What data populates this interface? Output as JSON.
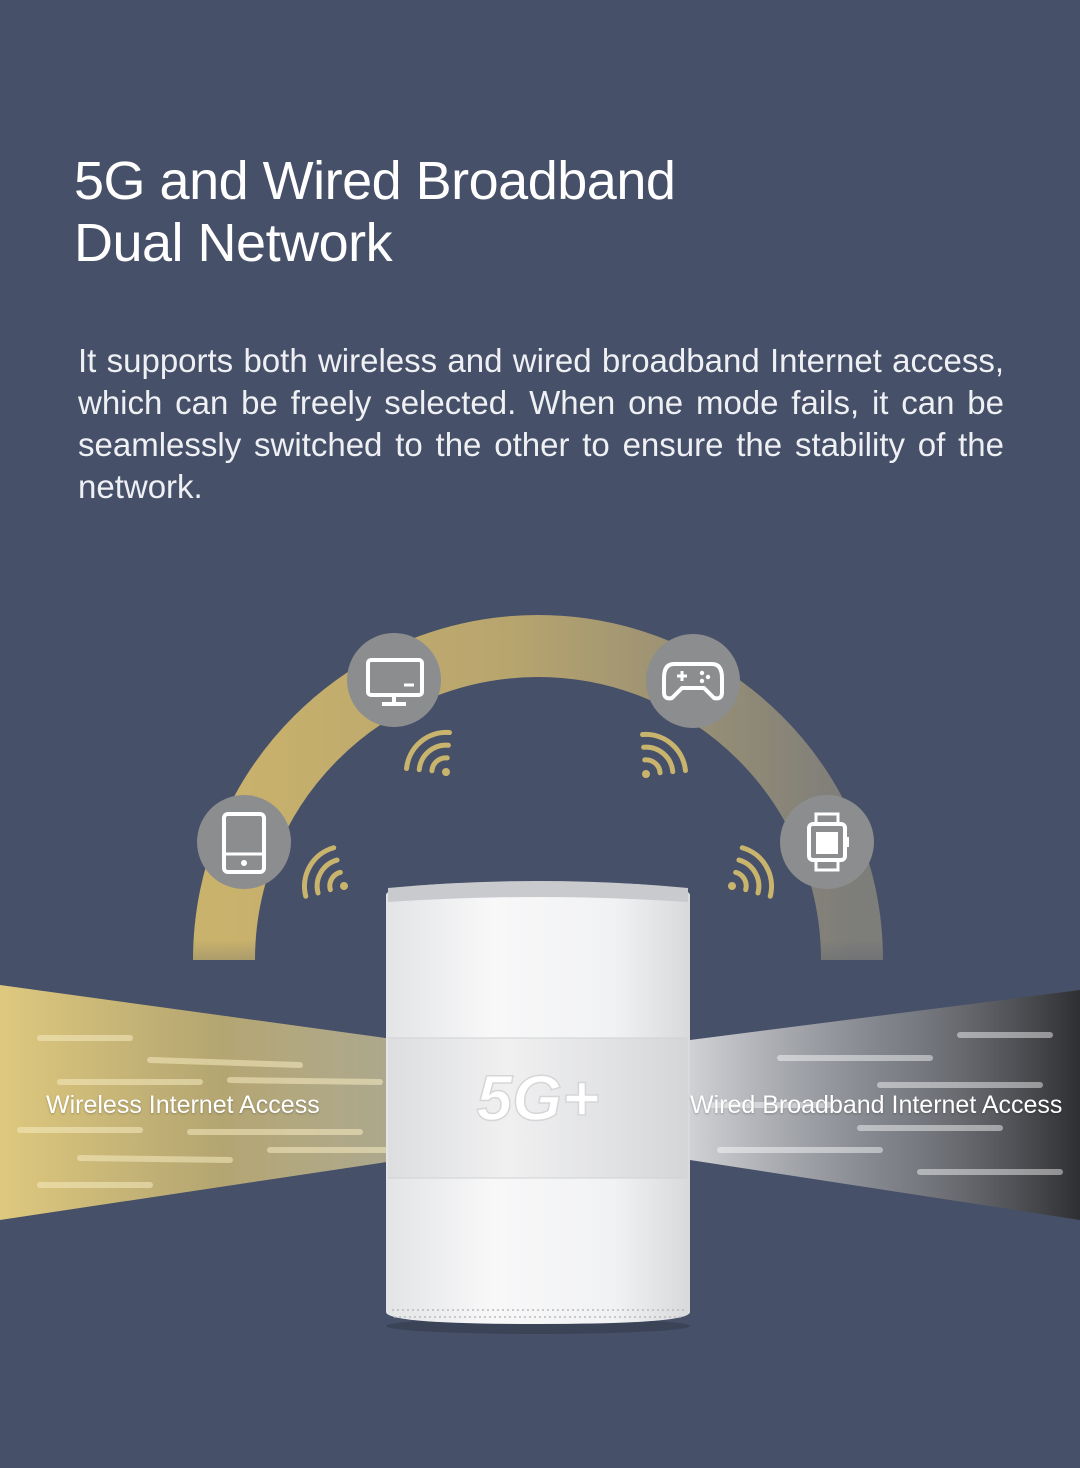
{
  "heading": {
    "line1": "5G and Wired Broadband",
    "line2": "Dual Network"
  },
  "description": "It supports both  wireless and wired broadband Internet access, which can be freely selected. When one mode fails, it can be seamlessly switched to the other to ensure the stability of the network.",
  "labels": {
    "wireless": "Wireless Internet Access",
    "wired": "Wired Broadband Internet Access"
  },
  "router_badge": "5G+",
  "devices": [
    {
      "name": "smartphone-icon"
    },
    {
      "name": "monitor-icon"
    },
    {
      "name": "gamepad-icon"
    },
    {
      "name": "smartwatch-icon"
    }
  ],
  "colors": {
    "background": "#465068",
    "arc_gold": "#c7b16e",
    "arc_gray": "#8e8d86",
    "icon_circle": "#8c8d8f",
    "wifi_gold": "#c9b46e",
    "router_body": "#f1f2f3"
  }
}
